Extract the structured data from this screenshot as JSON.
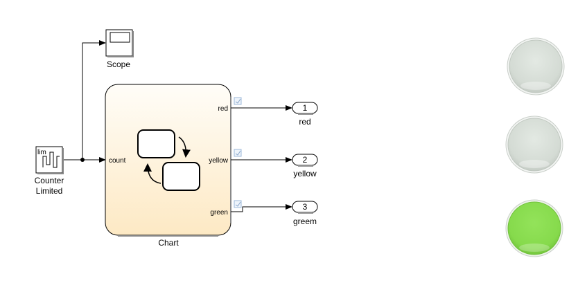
{
  "model": {
    "scope": {
      "label": "Scope"
    },
    "counter": {
      "icon_text": "lim",
      "label_line1": "Counter",
      "label_line2": "Limited"
    },
    "chart": {
      "label": "Chart",
      "input_port": "count",
      "output_ports": [
        "red",
        "yellow",
        "green"
      ]
    },
    "outports": [
      {
        "number": "1",
        "label": "red"
      },
      {
        "number": "2",
        "label": "yellow"
      },
      {
        "number": "3",
        "label": "greem"
      }
    ]
  },
  "lamps": [
    {
      "name": "red-lamp",
      "state": "off",
      "color": "#d6ddd6"
    },
    {
      "name": "yellow-lamp",
      "state": "off",
      "color": "#d6ddd6"
    },
    {
      "name": "green-lamp",
      "state": "on",
      "color": "#88dd4d"
    }
  ],
  "colors": {
    "chart_fill_top": "#fffdf8",
    "chart_fill_bottom": "#fde9c4",
    "lamp_rim": "#c9cfc9"
  }
}
